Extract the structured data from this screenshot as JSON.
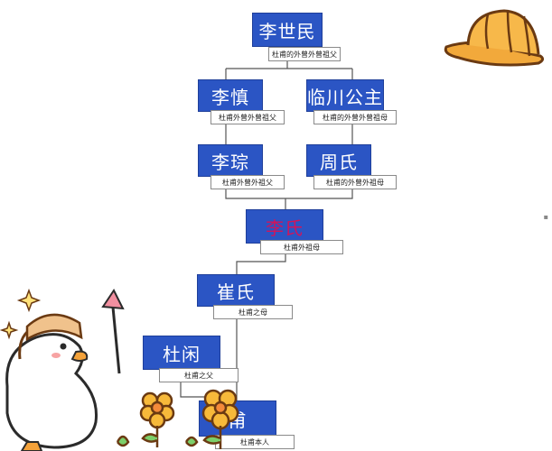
{
  "tree": {
    "nodes": [
      {
        "id": "li-shimin",
        "name": "李世民",
        "caption": "杜甫的外曾外曾祖父"
      },
      {
        "id": "li-shen",
        "name": "李慎",
        "caption": "杜甫外曾外曾祖父"
      },
      {
        "id": "linchuan",
        "name": "临川公主",
        "caption": "杜甫的外曾外曾祖母"
      },
      {
        "id": "li-cong",
        "name": "李琮",
        "caption": "杜甫外曾外祖父"
      },
      {
        "id": "zhou-shi",
        "name": "周氏",
        "caption": "杜甫的外曾外祖母"
      },
      {
        "id": "li-shi",
        "name": "李氏",
        "caption": "杜甫外祖母"
      },
      {
        "id": "cui-shi",
        "name": "崔氏",
        "caption": "杜甫之母"
      },
      {
        "id": "du-xian",
        "name": "杜闲",
        "caption": "杜甫之父"
      },
      {
        "id": "du-fu",
        "name": "甫",
        "caption": "杜甫本人"
      }
    ]
  },
  "decorations": {
    "hat": "hard-hat-icon",
    "duck": "duck-mascot-icon",
    "flowers": "flower-icon",
    "sparkles": "sparkle-icon"
  },
  "colors": {
    "box": "#2b55c4",
    "highlight_text": "#d2145a",
    "line": "#555555",
    "hat": "#f2a93b",
    "flower": "#f7b93a"
  }
}
